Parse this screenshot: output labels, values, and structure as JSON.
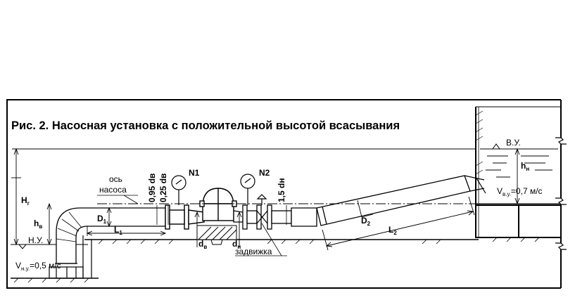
{
  "title": "Рис. 2. Насосная установка с положительной высотой всасывания",
  "labels": {
    "axis_line1": "ось",
    "axis_line2": "насоса",
    "gauge1": "N1",
    "gauge2": "N2",
    "valve": "задвижка",
    "lower_level": "Н.У.",
    "upper_level": "В.У.",
    "lower_velocity": "Vн.у.=0,5 м/с",
    "upper_velocity": "Vв.у.=0,7 м/с"
  },
  "dimensions": {
    "d095": "0,95 dв",
    "d025": "0,25 dв",
    "d15": "1,5 dн",
    "Hg_main": "H",
    "Hg_sub": "г",
    "hv_main": "h",
    "hv_sub": "в",
    "hn_main": "h",
    "hn_sub": "н",
    "D1_main": "D",
    "D1_sub": "1",
    "L1_main": "L",
    "L1_sub": "1",
    "D2_main": "D",
    "D2_sub": "2",
    "L2_main": "L",
    "L2_sub": "2",
    "dv_main": "d",
    "dv_sub": "в",
    "dn_main": "d",
    "dn_sub": "н"
  }
}
